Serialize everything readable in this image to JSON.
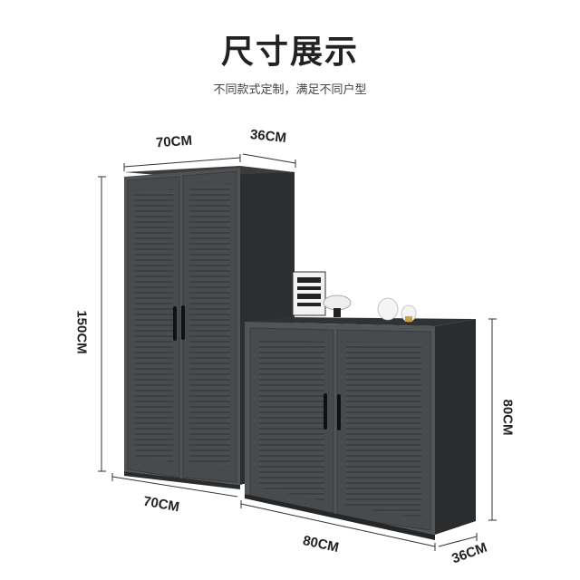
{
  "header": {
    "title": "尺寸展示",
    "subtitle": "不同款式定制，满足不同户型"
  },
  "dimensions": {
    "tall_width": "70CM",
    "tall_depth": "36CM",
    "tall_height": "150CM",
    "tall_bottom_width": "70CM",
    "short_width": "80CM",
    "short_height": "80CM",
    "short_depth": "36CM"
  },
  "colors": {
    "cabinet_face": "#4a4d50",
    "cabinet_side": "#2a2c2e",
    "louver_line": "#5e6164",
    "handle": "#111111"
  }
}
